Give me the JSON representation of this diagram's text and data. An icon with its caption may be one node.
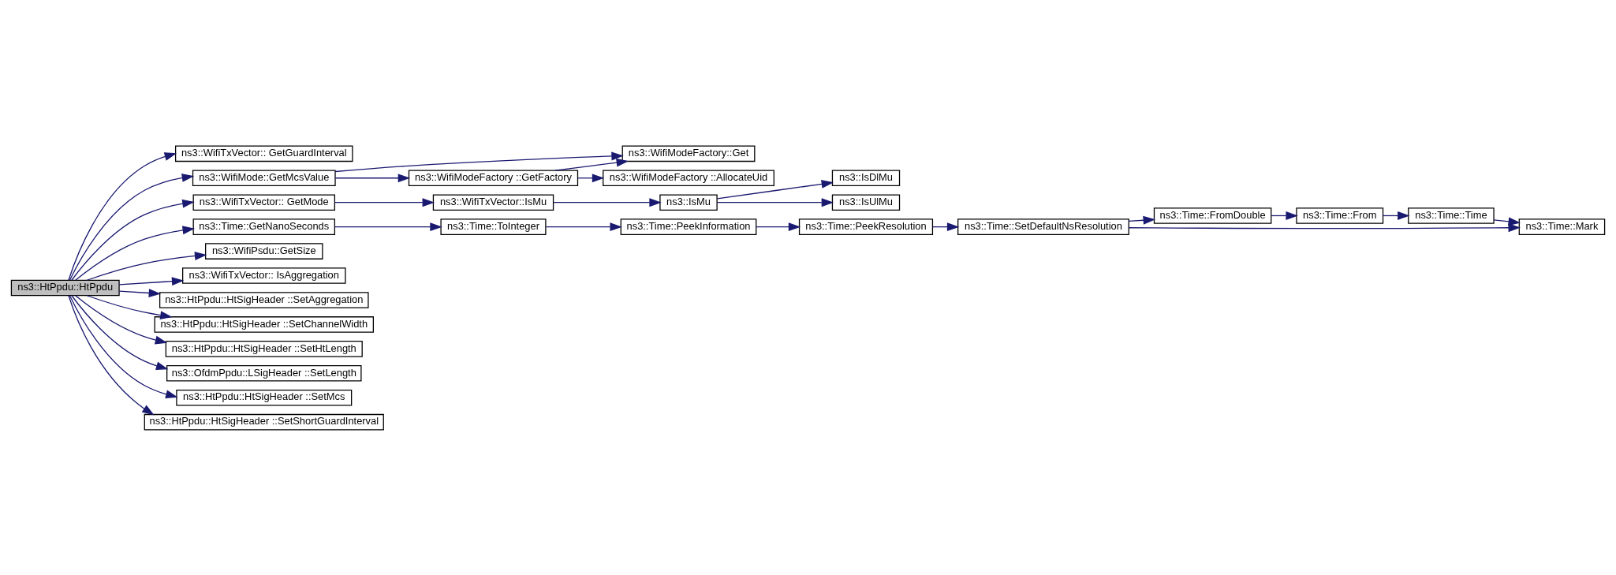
{
  "diagram": {
    "nodes": [
      {
        "text": [
          "ns3::HtPpdu::HtPpdu"
        ]
      },
      {
        "text": [
          "ns3::WifiTxVector:: GetGuardInterval"
        ]
      },
      {
        "text": [
          "ns3::WifiMode::GetMcsValue"
        ]
      },
      {
        "text": [
          "ns3::WifiTxVector:: GetMode"
        ]
      },
      {
        "text": [
          "ns3::Time::GetNanoSeconds"
        ]
      },
      {
        "text": [
          "ns3::WifiPsdu::GetSize"
        ]
      },
      {
        "text": [
          "ns3::WifiTxVector:: IsAggregation"
        ]
      },
      {
        "text": [
          "ns3::HtPpdu::HtSigHeader ::SetAggregation"
        ]
      },
      {
        "text": [
          "ns3::HtPpdu::HtSigHeader ::SetChannelWidth"
        ]
      },
      {
        "text": [
          "ns3::HtPpdu::HtSigHeader ::SetHtLength"
        ]
      },
      {
        "text": [
          "ns3::OfdmPpdu::LSigHeader ::SetLength"
        ]
      },
      {
        "text": [
          "ns3::HtPpdu::HtSigHeader ::SetMcs"
        ]
      },
      {
        "text": [
          "ns3::HtPpdu::HtSigHeader ::SetShortGuardInterval"
        ]
      },
      {
        "text": [
          "ns3::WifiModeFactory::Get"
        ]
      },
      {
        "text": [
          "ns3::WifiModeFactory ::GetFactory"
        ]
      },
      {
        "text": [
          "ns3::WifiModeFactory ::AllocateUid"
        ]
      },
      {
        "text": [
          "ns3::WifiTxVector::IsMu"
        ]
      },
      {
        "text": [
          "ns3::IsMu"
        ]
      },
      {
        "text": [
          "ns3::IsDlMu"
        ]
      },
      {
        "text": [
          "ns3::IsUlMu"
        ]
      },
      {
        "text": [
          "ns3::Time::ToInteger"
        ]
      },
      {
        "text": [
          "ns3::Time::PeekInformation"
        ]
      },
      {
        "text": [
          "ns3::Time::PeekResolution"
        ]
      },
      {
        "text": [
          "ns3::Time::SetDefaultNsResolution"
        ]
      },
      {
        "text": [
          "ns3::Time::FromDouble"
        ]
      },
      {
        "text": [
          "ns3::Time::From"
        ]
      },
      {
        "text": [
          "ns3::Time::Time"
        ]
      },
      {
        "text": [
          "ns3::Time::Mark"
        ]
      }
    ],
    "edges": [
      {
        "from": 0,
        "to": 1,
        "arrow": "to"
      },
      {
        "from": 0,
        "to": 2,
        "arrow": "to"
      },
      {
        "from": 0,
        "to": 3,
        "arrow": "to"
      },
      {
        "from": 0,
        "to": 4,
        "arrow": "to"
      },
      {
        "from": 0,
        "to": 5,
        "arrow": "to"
      },
      {
        "from": 0,
        "to": 6,
        "arrow": "to"
      },
      {
        "from": 0,
        "to": 7,
        "arrow": "to"
      },
      {
        "from": 0,
        "to": 8,
        "arrow": "to"
      },
      {
        "from": 0,
        "to": 9,
        "arrow": "to"
      },
      {
        "from": 0,
        "to": 10,
        "arrow": "to"
      },
      {
        "from": 0,
        "to": 11,
        "arrow": "to"
      },
      {
        "from": 0,
        "to": 12,
        "arrow": "to"
      },
      {
        "from": 2,
        "to": 13,
        "arrow": "to"
      },
      {
        "from": 2,
        "to": 14,
        "arrow": "to"
      },
      {
        "from": 14,
        "to": 13,
        "arrow": "to"
      },
      {
        "from": 14,
        "to": 15,
        "arrow": "to"
      },
      {
        "from": 3,
        "to": 16,
        "arrow": "to"
      },
      {
        "from": 16,
        "to": 17,
        "arrow": "to"
      },
      {
        "from": 17,
        "to": 18,
        "arrow": "to"
      },
      {
        "from": 17,
        "to": 19,
        "arrow": "to"
      },
      {
        "from": 4,
        "to": 20,
        "arrow": "to"
      },
      {
        "from": 20,
        "to": 21,
        "arrow": "to"
      },
      {
        "from": 21,
        "to": 22,
        "arrow": "to"
      },
      {
        "from": 22,
        "to": 23,
        "arrow": "to"
      },
      {
        "from": 23,
        "to": 24,
        "arrow": "to"
      },
      {
        "from": 23,
        "to": 27,
        "arrow": "to"
      },
      {
        "from": 24,
        "to": 25,
        "arrow": "to"
      },
      {
        "from": 25,
        "to": 26,
        "arrow": "to"
      },
      {
        "from": 26,
        "to": 27,
        "arrow": "to"
      }
    ]
  }
}
